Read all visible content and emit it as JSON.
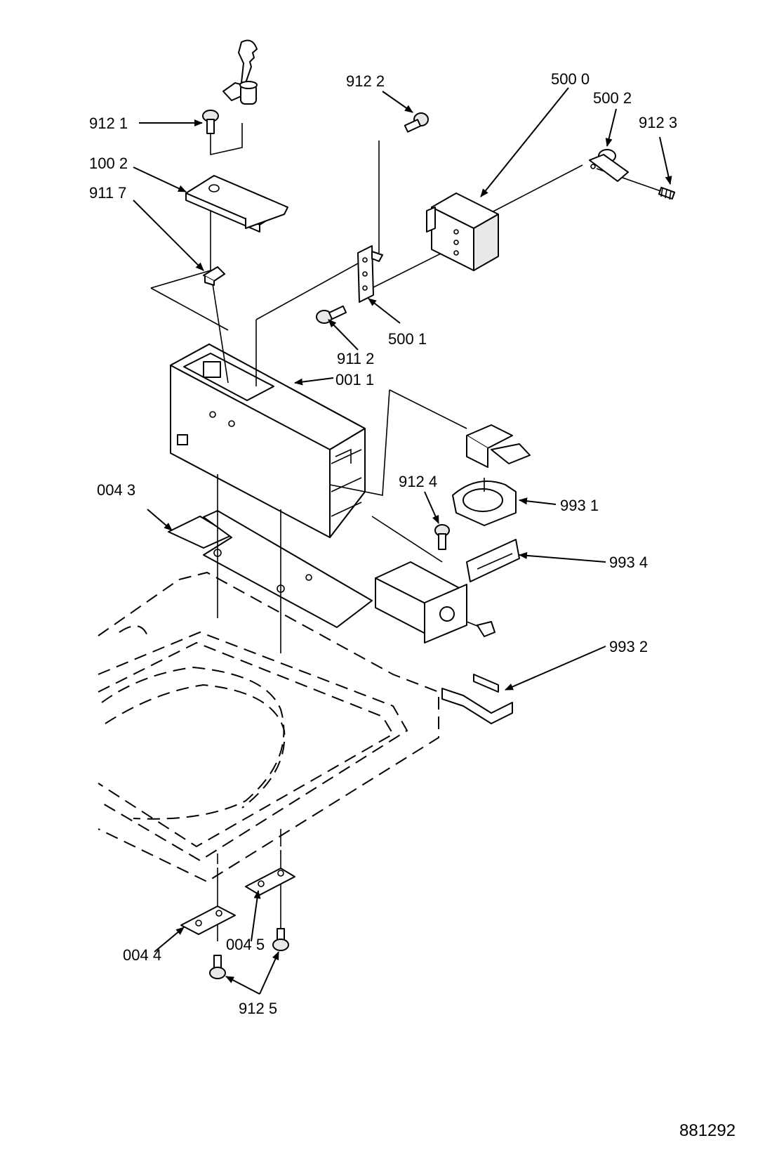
{
  "diagram": {
    "callouts": {
      "c_9121": "912 1",
      "c_9122": "912 2",
      "c_5000": "500 0",
      "c_5002": "500 2",
      "c_9123": "912 3",
      "c_1002": "100 2",
      "c_9117": "911 7",
      "c_5001": "500 1",
      "c_9112": "911 2",
      "c_0011": "001 1",
      "c_0043": "004 3",
      "c_9124": "912 4",
      "c_9931": "993 1",
      "c_9934": "993 4",
      "c_9932": "993 2",
      "c_0044": "004 4",
      "c_0045": "004 5",
      "c_9125": "912 5"
    },
    "document_number": "881292"
  },
  "colors": {
    "ink": "#000000",
    "paper": "#ffffff",
    "shade": "#e8e8e8"
  }
}
